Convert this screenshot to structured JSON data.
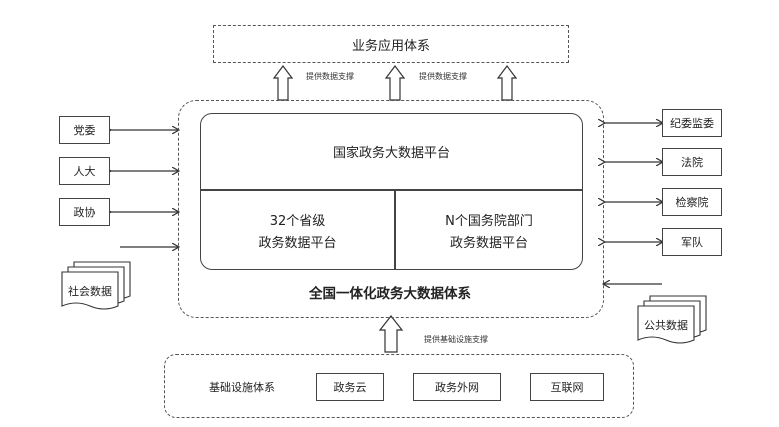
{
  "top": {
    "title": "业务应用体系",
    "support_left": "提供数据支撑",
    "support_right": "提供数据支撑"
  },
  "core": {
    "national_platform": "国家政务大数据平台",
    "provincial_line1": "32个省级",
    "provincial_line2": "政务数据平台",
    "ministry_line1": "N个国务院部门",
    "ministry_line2": "政务数据平台",
    "system_title": "全国一体化政务大数据体系"
  },
  "left_nodes": [
    "党委",
    "人大",
    "政协"
  ],
  "left_data": "社会数据",
  "right_nodes": [
    "纪委监委",
    "法院",
    "检察院",
    "军队"
  ],
  "right_data": "公共数据",
  "bottom": {
    "support_label": "提供基础设施支撑",
    "title": "基础设施体系",
    "items": [
      "政务云",
      "政务外网",
      "互联网"
    ]
  }
}
